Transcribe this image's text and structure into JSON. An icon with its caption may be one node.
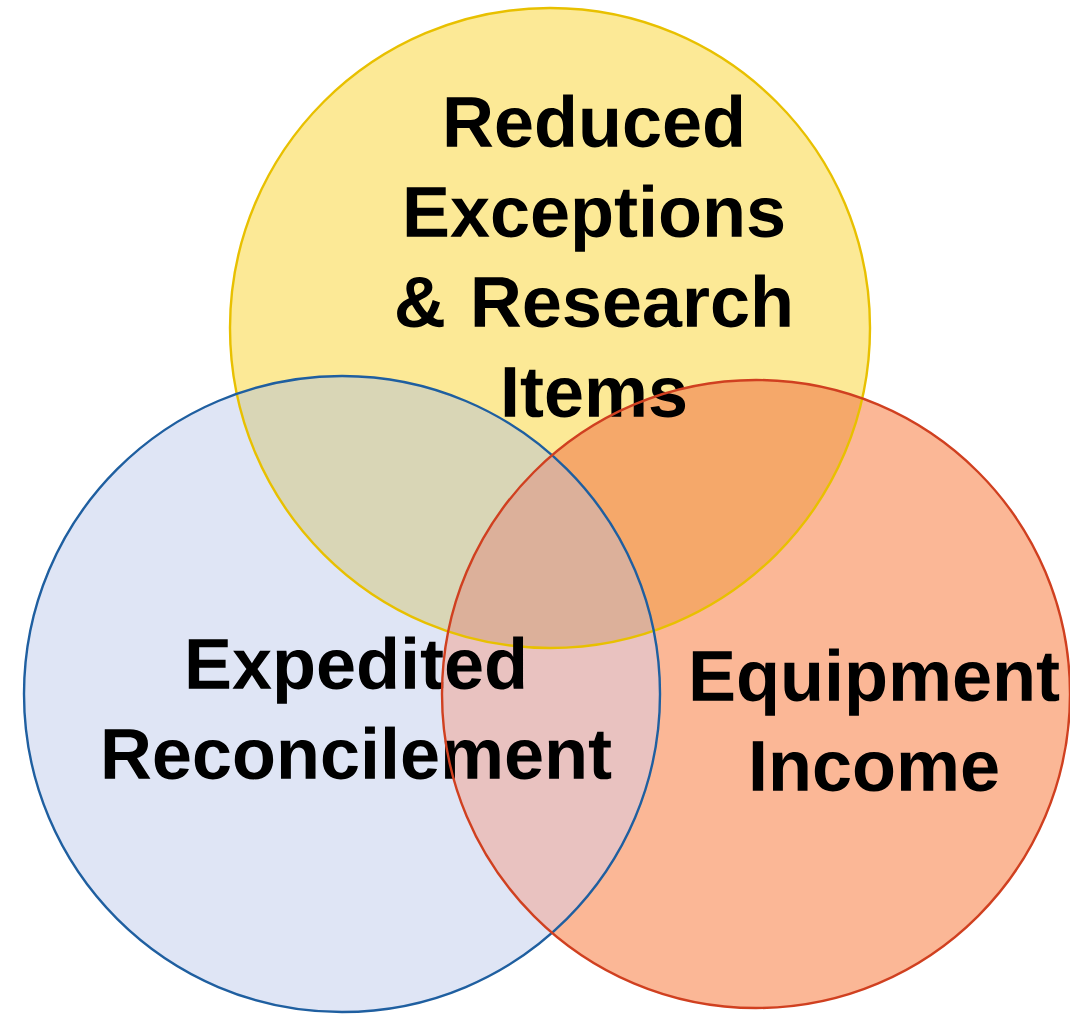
{
  "diagram": {
    "nodes": [
      {
        "text": [
          "Reduced Exceptions & Research Items"
        ]
      },
      {
        "text": [
          "Expedited Reconcilement"
        ]
      },
      {
        "text": [
          "Equipment Income"
        ]
      }
    ]
  }
}
